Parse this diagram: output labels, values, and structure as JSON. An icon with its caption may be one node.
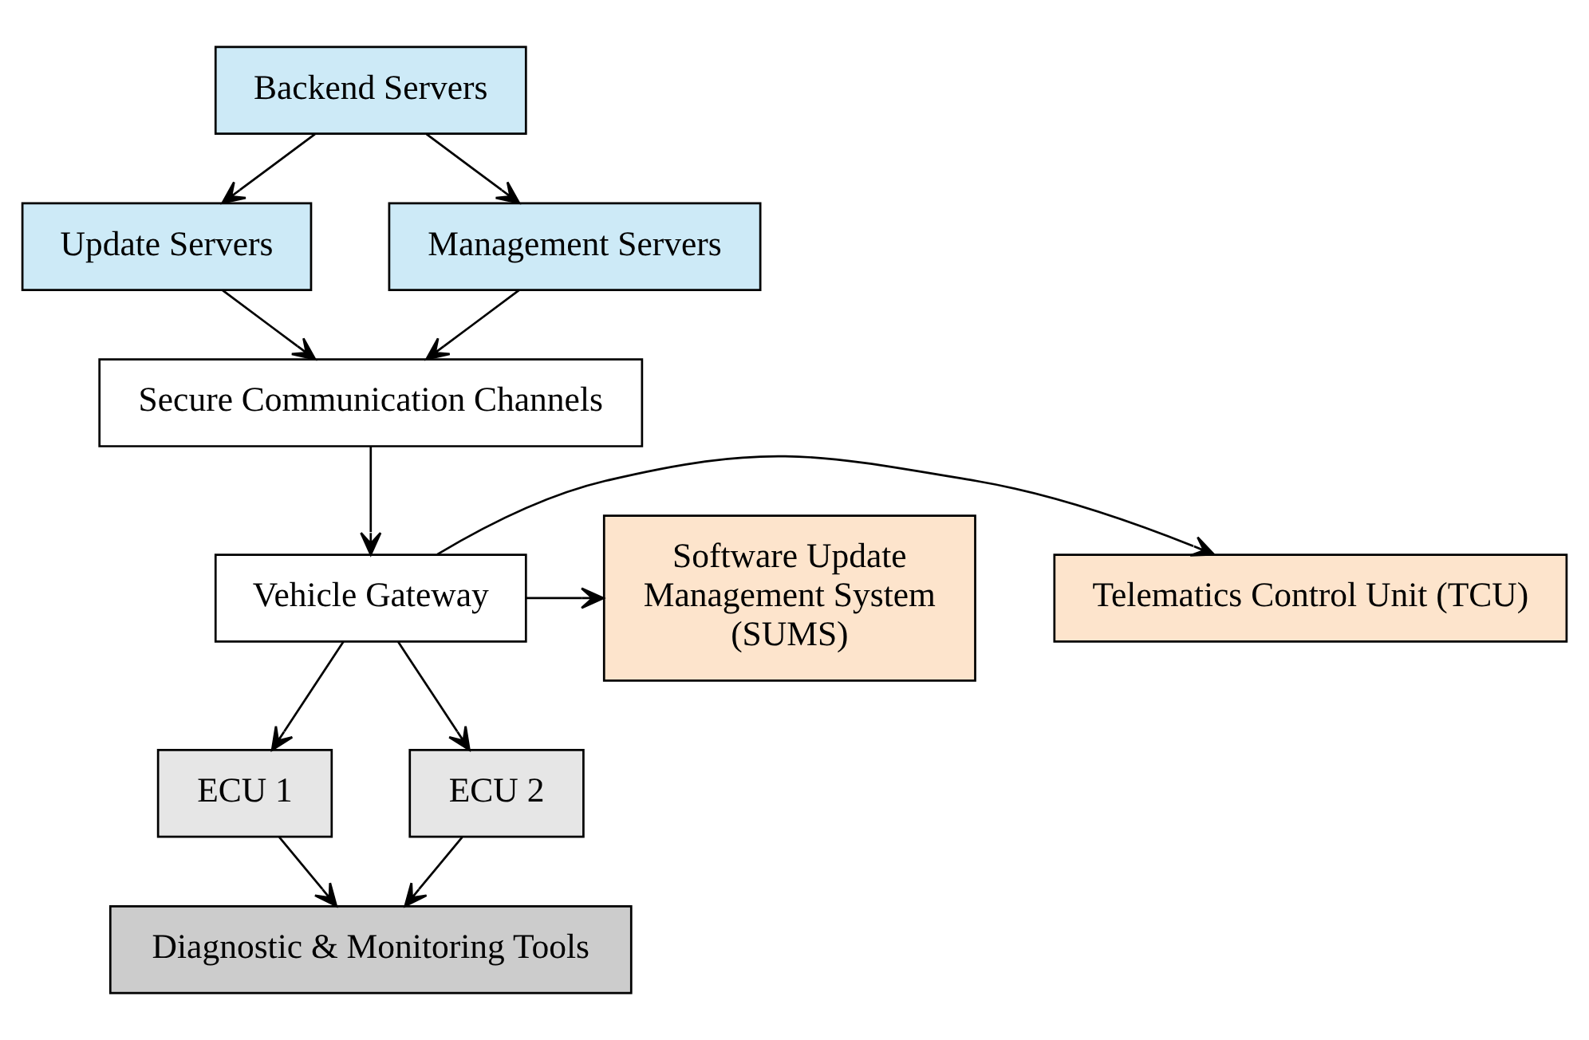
{
  "diagram": {
    "nodes": [
      {
        "text": [
          "Backend Servers"
        ]
      },
      {
        "text": [
          "Update Servers"
        ]
      },
      {
        "text": [
          "Management Servers"
        ]
      },
      {
        "text": [
          "Secure Communication Channels"
        ]
      },
      {
        "text": [
          "Telematics Control Unit (TCU)"
        ]
      },
      {
        "text": [
          "Vehicle Gateway"
        ]
      },
      {
        "text": [
          "Software Update Management System (SUMS)"
        ]
      },
      {
        "text": [
          "ECU 1"
        ]
      },
      {
        "text": [
          "ECU 2"
        ]
      },
      {
        "text": [
          "Diagnostic & Monitoring Tools"
        ]
      }
    ],
    "edges": [
      {
        "from": 0,
        "to": 1,
        "arrow": "to"
      },
      {
        "from": 0,
        "to": 2,
        "arrow": "to"
      },
      {
        "from": 1,
        "to": 3,
        "arrow": "to"
      },
      {
        "from": 2,
        "to": 3,
        "arrow": "to"
      },
      {
        "from": 3,
        "to": 5,
        "arrow": "to"
      },
      {
        "from": 5,
        "to": 4,
        "arrow": "to"
      },
      {
        "from": 5,
        "to": 6,
        "arrow": "to"
      },
      {
        "from": 5,
        "to": 7,
        "arrow": "to"
      },
      {
        "from": 5,
        "to": 8,
        "arrow": "to"
      },
      {
        "from": 7,
        "to": 9,
        "arrow": "to"
      },
      {
        "from": 8,
        "to": 9,
        "arrow": "to"
      }
    ]
  }
}
